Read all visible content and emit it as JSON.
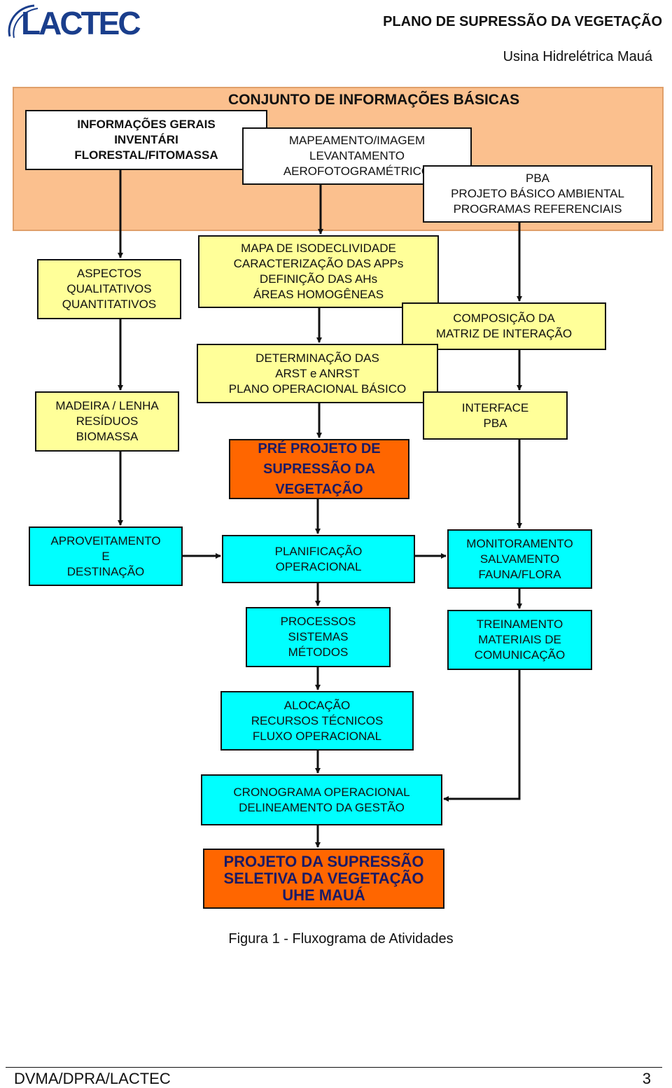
{
  "header": {
    "logo_text": "LACTEC",
    "doc_title": "PLANO DE SUPRESSÃO DA VEGETAÇÃO",
    "doc_subtitle": "Usina Hidrelétrica Mauá",
    "colors": {
      "logo": "#1a3e8c",
      "panel": "#fbc08e"
    }
  },
  "panel": {
    "title": "CONJUNTO DE INFORMAÇÕES BÁSICAS"
  },
  "boxes": {
    "info_gerais": [
      "INFORMAÇÕES GERAIS",
      "INVENTÁRI",
      "FLORESTAL/FITOMASSA"
    ],
    "mapeamento": [
      "MAPEAMENTO/IMAGEM",
      "LEVANTAMENTO",
      "AEROFOTOGRAMÉTRICO"
    ],
    "pba": [
      "PBA",
      "PROJETO BÁSICO AMBIENTAL",
      "PROGRAMAS REFERENCIAIS"
    ],
    "aspectos": [
      "ASPECTOS",
      "QUALITATIVOS",
      "QUANTITATIVOS"
    ],
    "mapa": [
      "MAPA DE ISODECLIVIDADE",
      "CARACTERIZAÇÃO DAS APPs",
      "DEFINIÇÃO DAS AHs",
      "ÁREAS HOMOGÊNEAS"
    ],
    "composicao": [
      "COMPOSIÇÃO DA",
      "MATRIZ DE INTERAÇÃO"
    ],
    "determinacao": [
      "DETERMINAÇÃO DAS",
      "ARST e ANRST",
      "PLANO OPERACIONAL BÁSICO"
    ],
    "madeira": [
      "MADEIRA / LENHA",
      "RESÍDUOS",
      "BIOMASSA"
    ],
    "interface": [
      "INTERFACE",
      "PBA"
    ],
    "pre_projeto": [
      "PRÉ PROJETO DE",
      "SUPRESSÃO DA",
      "VEGETAÇÃO"
    ],
    "aproveitamento": [
      "APROVEITAMENTO",
      "E",
      "DESTINAÇÃO"
    ],
    "planificacao": [
      "PLANIFICAÇÃO",
      "OPERACIONAL"
    ],
    "monitoramento": [
      "MONITORAMENTO",
      "SALVAMENTO",
      "FAUNA/FLORA"
    ],
    "processos": [
      "PROCESSOS",
      "SISTEMAS",
      "MÉTODOS"
    ],
    "treinamento": [
      "TREINAMENTO",
      "MATERIAIS DE",
      "COMUNICAÇÃO"
    ],
    "alocacao": [
      "ALOCAÇÃO",
      "RECURSOS TÉCNICOS",
      "FLUXO OPERACIONAL"
    ],
    "cronograma": [
      "CRONOGRAMA OPERACIONAL",
      "DELINEAMENTO DA GESTÃO"
    ],
    "projeto_final": [
      "PROJETO DA SUPRESSÃO",
      "SELETIVA DA VEGETAÇÃO",
      "UHE MAUÁ"
    ]
  },
  "colors": {
    "yellow": "#ffff99",
    "cyan": "#00ffff",
    "orange": "#ff6600",
    "line": "#111111"
  },
  "caption": "Figura 1 - Fluxograma de Atividades",
  "footer": {
    "left": "DVMA/DPRA/LACTEC",
    "page": "3"
  }
}
